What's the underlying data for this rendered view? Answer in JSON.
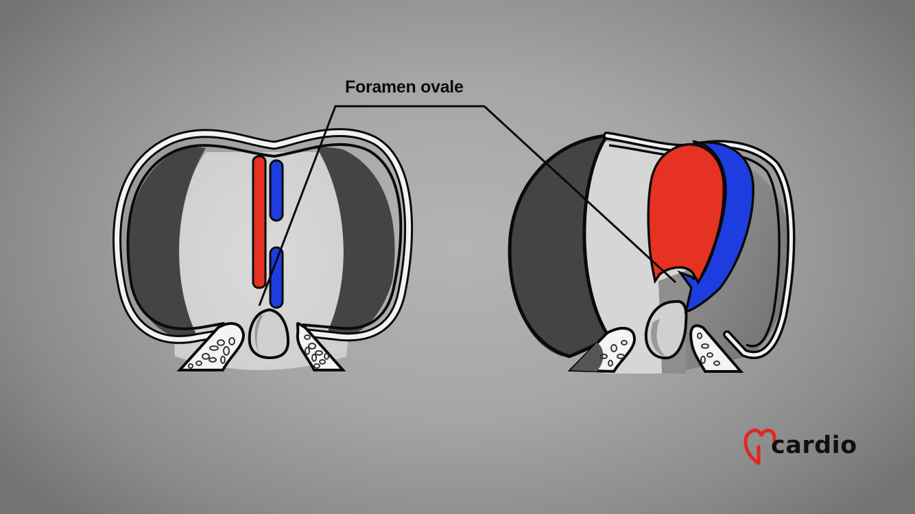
{
  "figure": {
    "title": "Foramen ovale",
    "annotation_label": "Foramen ovale",
    "panels": [
      {
        "id": "left",
        "description": "Cross-section of embryonic thorax with septum primum (red) and septum secundum (blue) shown as vertical bars"
      },
      {
        "id": "right",
        "description": "Oblique 3D cross-section showing flap valve of foramen ovale with red and blue septal layers"
      }
    ]
  },
  "colors": {
    "background_center": "#b4b4b4",
    "background_edge": "#747474",
    "outline": "#0a0a0a",
    "septum_red": "#e63222",
    "septum_dark_red": "#6a1212",
    "septum_blue": "#1d3de0",
    "dark_cavity": "#444444",
    "light_cavity": "#d6d6d6",
    "mid_gray": "#8e8e8e",
    "wall_white": "#f4f4f4"
  },
  "branding": {
    "logo_text": "cardio",
    "logo_icon": "heart-i-icon",
    "logo_color": "#e0281f"
  }
}
